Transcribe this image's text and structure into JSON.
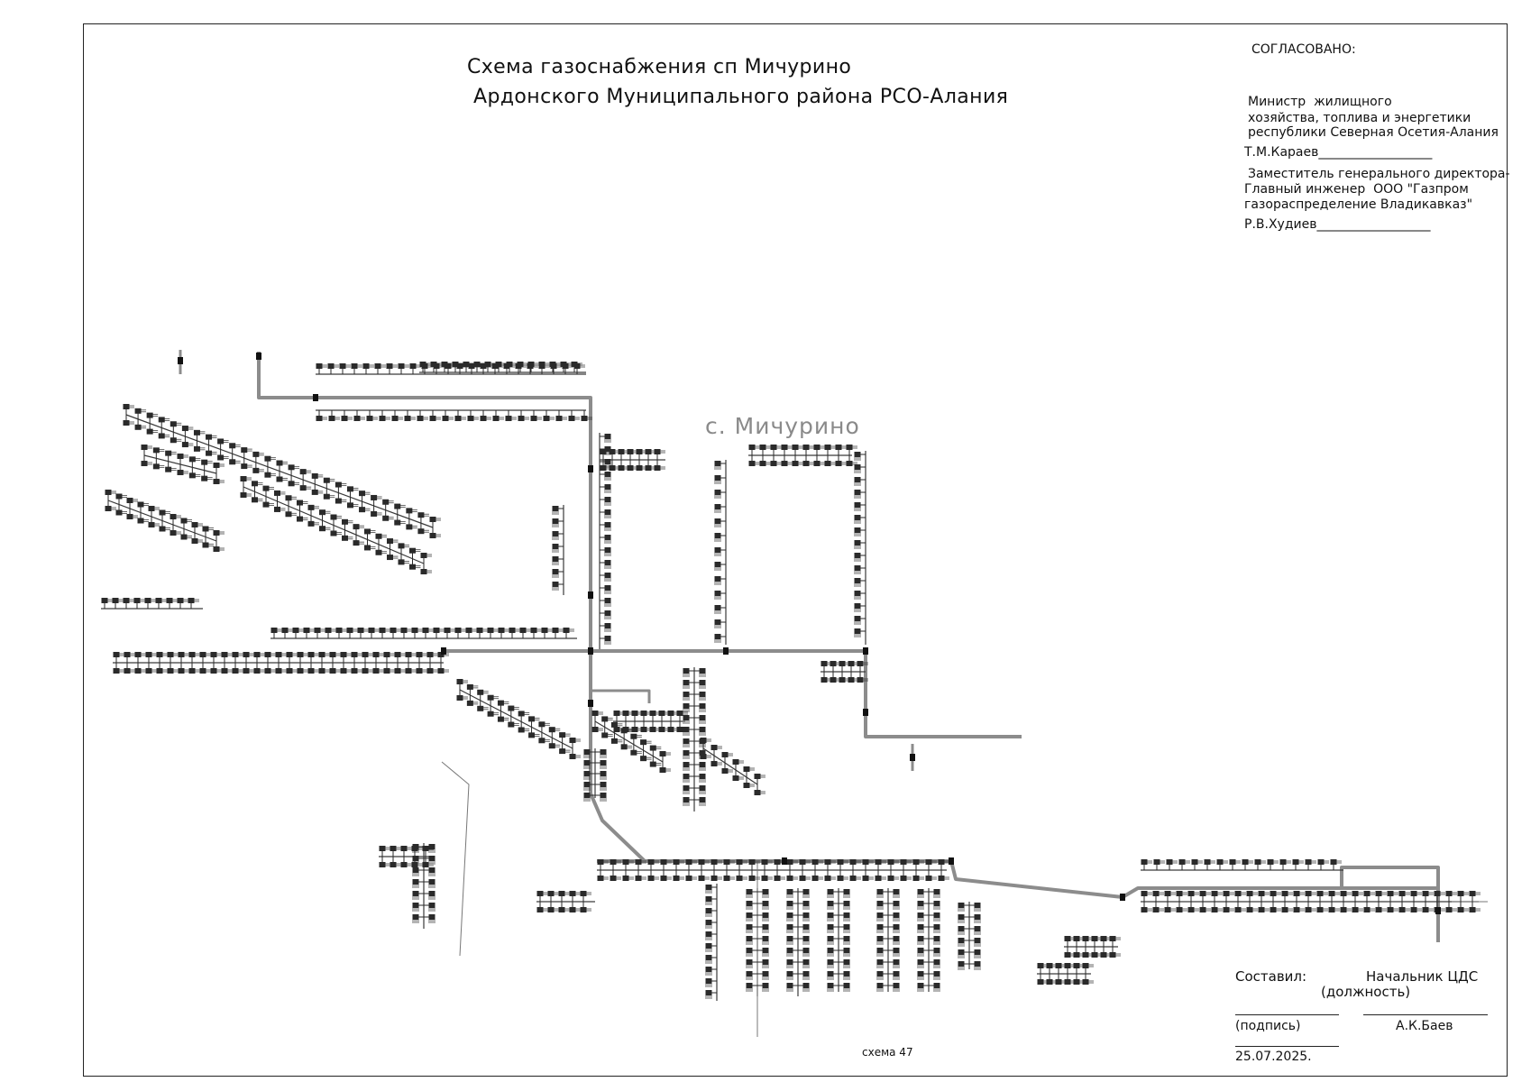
{
  "title": {
    "line1": "Схема газоснабжения сп Мичурино",
    "line2": "Ардонского Муниципального района РСО-Алания"
  },
  "approval": {
    "header": "СОГЛАСОВАНО:",
    "minister_line1": "Министр  жилищного",
    "minister_line2": "хозяйства, топлива и энергетики",
    "minister_line3": "республики Северная Осетия-Алания",
    "minister_sign": "Т.М.Караев__________________",
    "deputy_line1": "Заместитель генерального директора-",
    "deputy_line2": "Главный инженер  ООО \"Газпром",
    "deputy_line3": "газораспределение Владикавказ\"",
    "deputy_sign": "Р.В.Худиев__________________"
  },
  "map": {
    "village_label": "с. Мичурино",
    "scheme_number": "схема 47"
  },
  "stamp": {
    "compiled_label": "Составил:",
    "position_title": "Начальник ЦДС",
    "position_hint": "(должность)",
    "signature_hint": "(подпись)",
    "name": "А.К.Баев",
    "date": "25.07.2025."
  },
  "colors": {
    "main_pipe": "#8c8c8c",
    "branch_line": "#3a3a3a",
    "house_block": "#2a2a2a"
  }
}
